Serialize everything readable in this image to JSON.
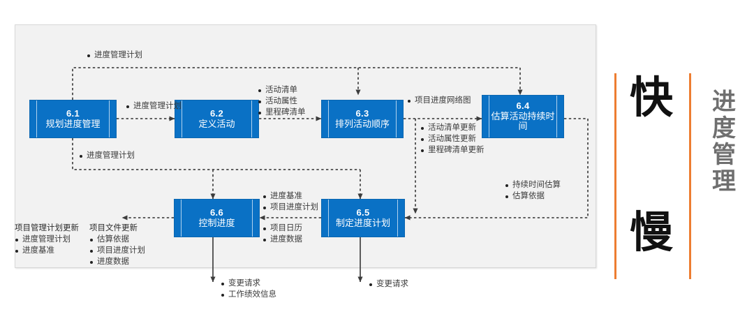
{
  "diagram": {
    "title_band": {
      "fast_char": "快",
      "slow_char": "慢",
      "vertical_title": [
        "进",
        "度",
        "管",
        "理"
      ],
      "accent_color": "#ED7D31"
    },
    "panel": {
      "background": "#f2f2f2",
      "box_color": "#0a71c5"
    },
    "processes": [
      {
        "id": "6.1",
        "number": "6.1",
        "name": "规划进度管理"
      },
      {
        "id": "6.2",
        "number": "6.2",
        "name": "定义活动"
      },
      {
        "id": "6.3",
        "number": "6.3",
        "name": "排列活动顺序"
      },
      {
        "id": "6.4",
        "number": "6.4",
        "name": "估算活动持续时间"
      },
      {
        "id": "6.5",
        "number": "6.5",
        "name": "制定进度计划"
      },
      {
        "id": "6.6",
        "number": "6.6",
        "name": "控制进度"
      }
    ],
    "labels": {
      "top_feedback": {
        "items": [
          "进度管理计划"
        ]
      },
      "p1_to_p2": {
        "items": [
          "进度管理计划"
        ]
      },
      "p1_down": {
        "items": [
          "进度管理计划"
        ]
      },
      "p2_to_p3": {
        "items": [
          "活动清单",
          "活动属性",
          "里程碑清单"
        ]
      },
      "p3_to_p4": {
        "items": [
          "项目进度网络图"
        ]
      },
      "p3_updates": {
        "items": [
          "活动清单更新",
          "活动属性更新",
          "里程碑清单更新"
        ]
      },
      "p4_to_p5": {
        "items": [
          "持续时间估算",
          "估算依据"
        ]
      },
      "p5_to_p6_upper": {
        "items": [
          "进度基准",
          "项目进度计划"
        ]
      },
      "p5_to_p6_lower": {
        "items": [
          "项目日历",
          "进度数据"
        ]
      },
      "pm_plan_updates": {
        "heading": "项目管理计划更新",
        "items": [
          "进度管理计划",
          "进度基准"
        ]
      },
      "project_doc_updates": {
        "heading": "项目文件更新",
        "items": [
          "估算依据",
          "项目进度计划",
          "进度数据"
        ]
      },
      "p6_outputs": {
        "items": [
          "变更请求",
          "工作绩效信息"
        ]
      },
      "p5_outputs": {
        "items": [
          "变更请求"
        ]
      }
    }
  }
}
